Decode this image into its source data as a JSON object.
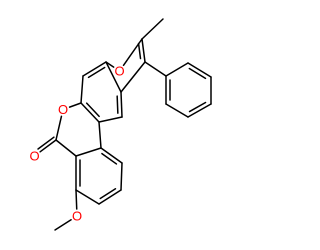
{
  "atoms": {
    "furan_oxygen": "O",
    "lactone_ring_oxygen": "O",
    "carbonyl_oxygen": "O",
    "methoxy_oxygen": "O"
  },
  "colors": {
    "bond": "#000000",
    "oxygen": "#ff0000",
    "background": "#ffffff"
  }
}
